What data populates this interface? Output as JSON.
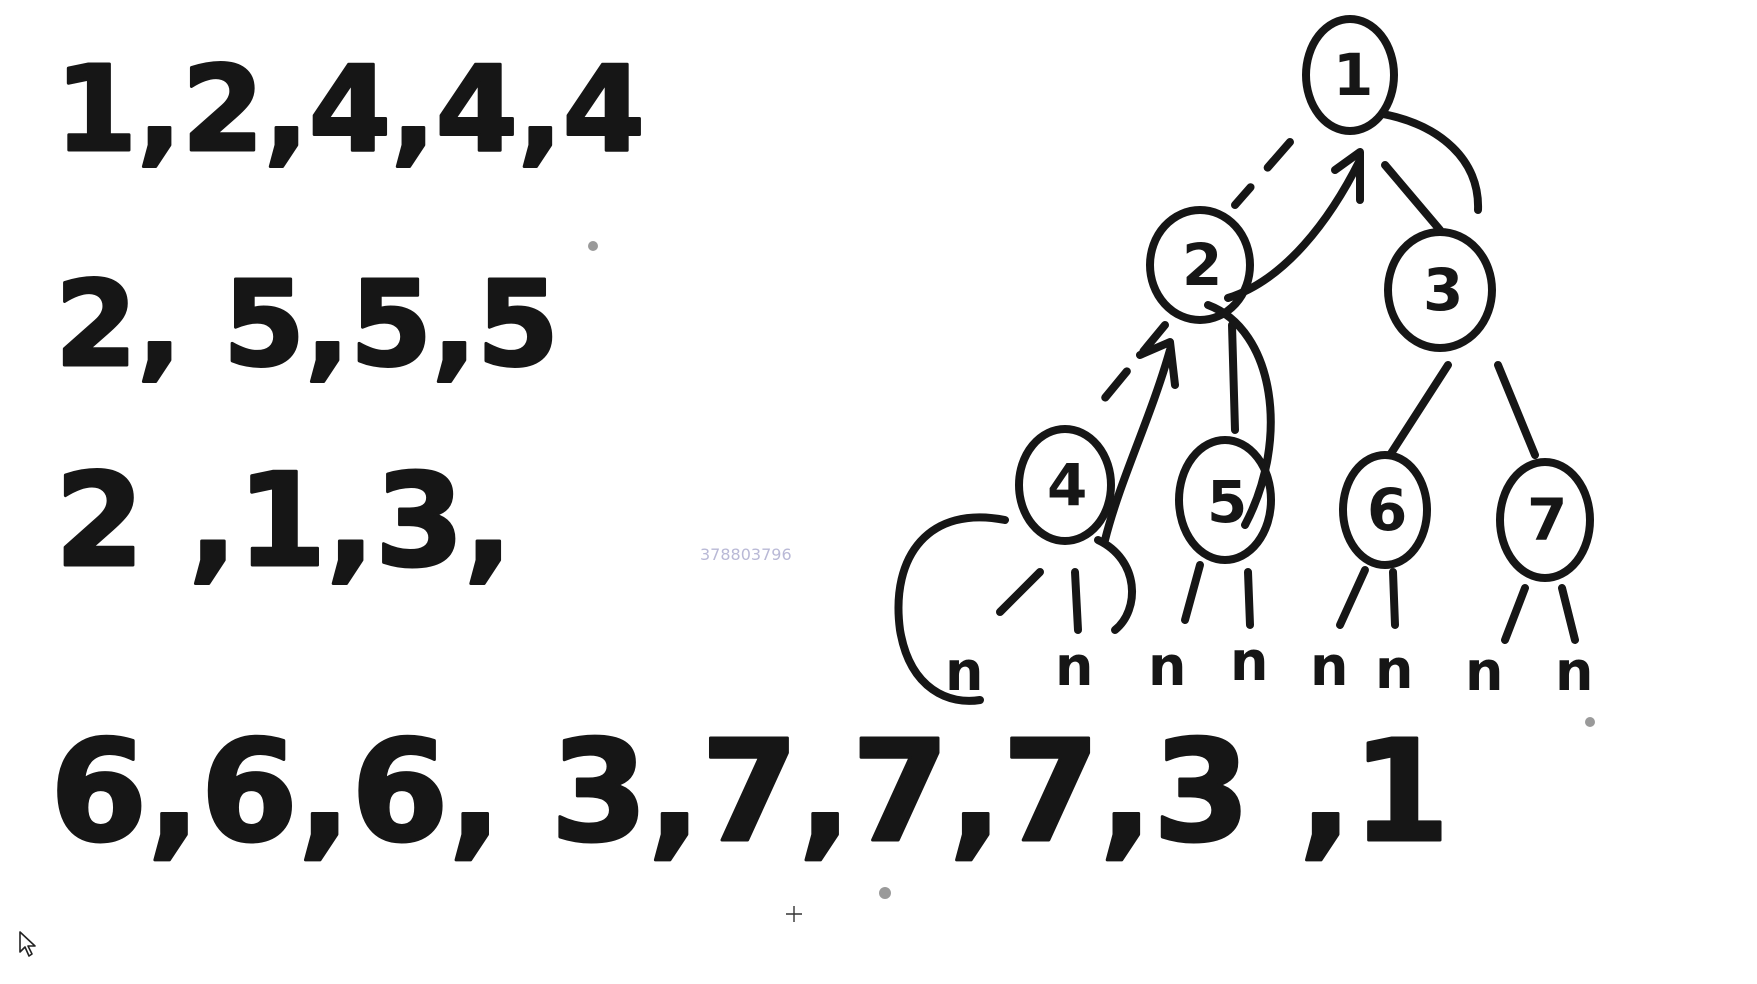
{
  "lines": [
    "1,2,4,4,4",
    "2, 5,5,5",
    "2 ,1,3,",
    "6,6,6, 3,7,7,7,3 ,1"
  ],
  "watermark": "378803796",
  "tree": {
    "nodes": [
      "1",
      "2",
      "3",
      "4",
      "5",
      "6",
      "7"
    ],
    "null_marker": "n"
  },
  "icons": {
    "cursor": "arrow-cursor-icon",
    "crosshair": "crosshair-icon"
  }
}
